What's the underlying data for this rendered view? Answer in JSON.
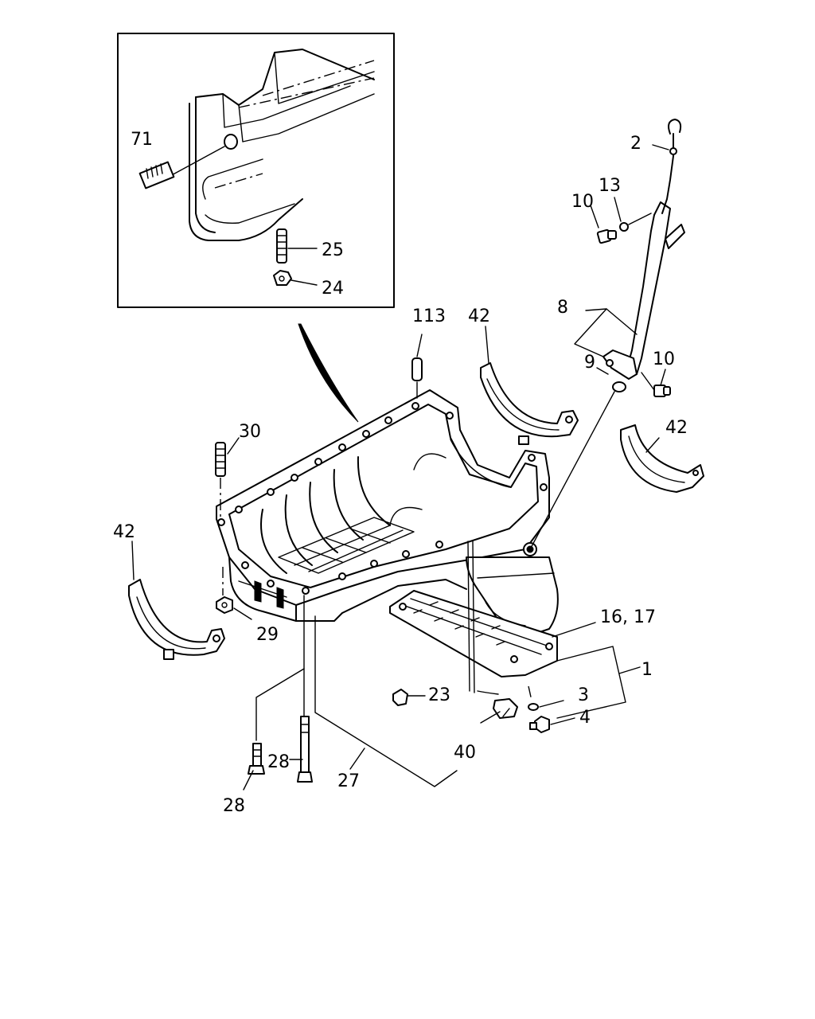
{
  "labels": {
    "l71": "71",
    "l25": "25",
    "l24": "24",
    "l2": "2",
    "l13": "13",
    "l10a": "10",
    "l8": "8",
    "l9": "9",
    "l10b": "10",
    "l113": "113",
    "l42a": "42",
    "l42b": "42",
    "l42c": "42",
    "l30": "30",
    "l29": "29",
    "l1617": "16, 17",
    "l1": "1",
    "l3": "3",
    "l4": "4",
    "l23": "23",
    "l40": "40",
    "l28a": "28",
    "l28b": "28",
    "l27": "27"
  }
}
